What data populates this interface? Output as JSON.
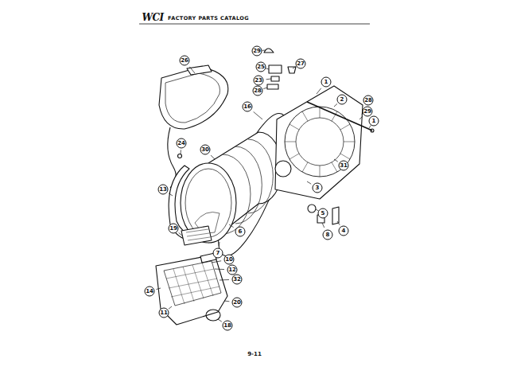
{
  "diagram": {
    "title": "FACTORY PARTS CATALOG",
    "labels": [
      "WCI",
      "26",
      "29",
      "25",
      "27",
      "23",
      "28",
      "1",
      "2",
      "28",
      "29",
      "1",
      "16",
      "24",
      "30",
      "13",
      "31",
      "3",
      "5",
      "8",
      "4",
      "6",
      "7",
      "10",
      "12",
      "32",
      "19",
      "14",
      "11",
      "20",
      "18",
      "9-11"
    ]
  }
}
